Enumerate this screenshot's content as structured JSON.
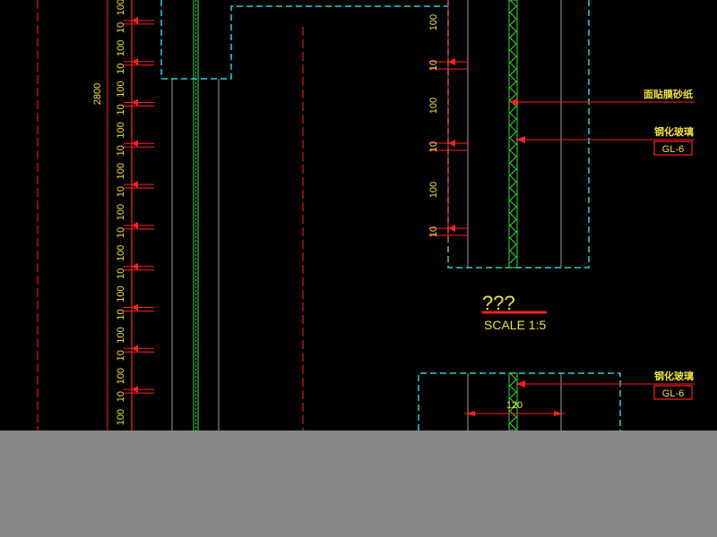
{
  "drawing": {
    "left_dimensions": [
      "100",
      "10",
      "100",
      "10",
      "100",
      "10",
      "100",
      "10",
      "100",
      "10",
      "100",
      "10",
      "100",
      "10",
      "100",
      "10",
      "100",
      "10",
      "100",
      "10",
      "100"
    ],
    "overall_height": "2800",
    "upper_detail_dimensions": [
      "100",
      "10",
      "100",
      "10",
      "100",
      "10"
    ],
    "callouts": {
      "film_note": "面貼膜砂纸",
      "glass_note_upper": "钢化玻璃",
      "glass_tag_upper": "GL-6",
      "glass_note_lower": "钢化玻璃",
      "glass_tag_lower": "GL-6"
    },
    "title_block": {
      "title": "???",
      "scale": "SCALE 1:5"
    },
    "lower_width_dimension": "120"
  },
  "colors": {
    "background": "#000000",
    "red": "#ff2020",
    "cyan": "#27d3d3",
    "yellow": "#f0e23c",
    "green": "#34e034",
    "gray_line": "#a0a0a0",
    "gray_band": "#878787"
  }
}
